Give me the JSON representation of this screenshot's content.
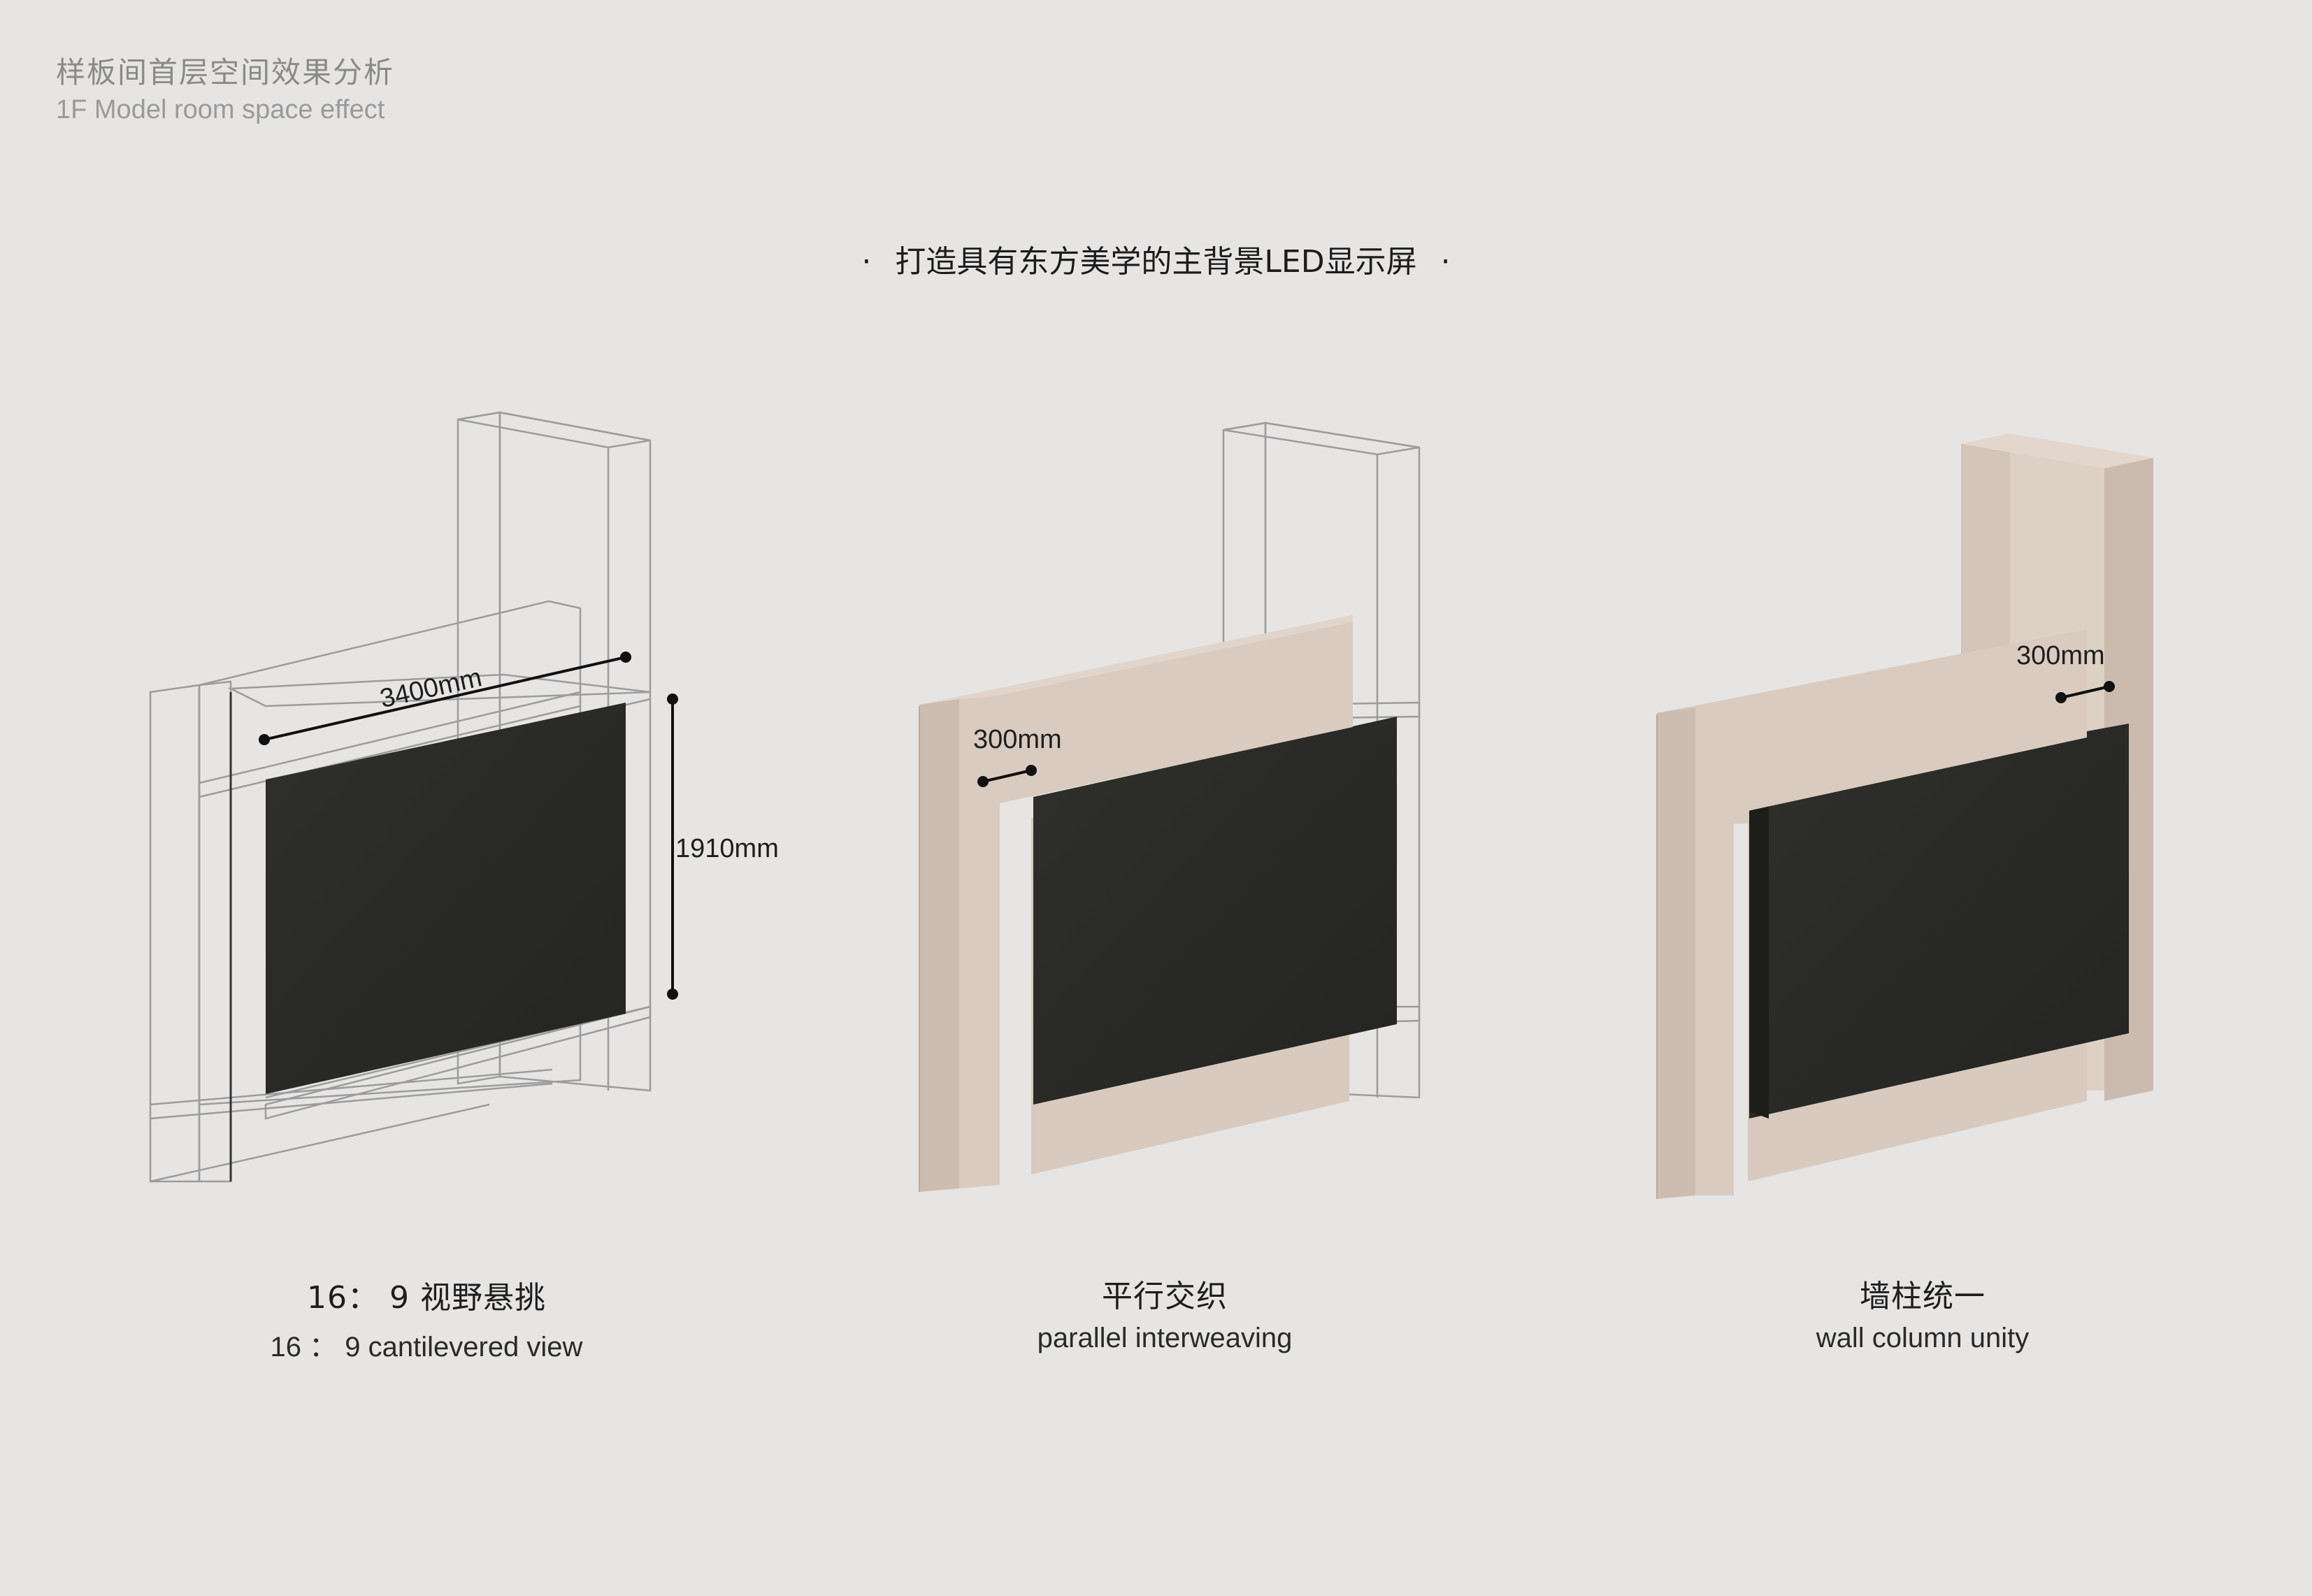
{
  "header": {
    "title_cn": "样板间首层空间效果分析",
    "title_en": "1F Model room space effect"
  },
  "headline": {
    "bullet": "·",
    "text": "打造具有东方美学的主背景LED显示屏"
  },
  "panels": [
    {
      "caption_cn": "16： 9 视野悬挑",
      "caption_en": "16 ： 9  cantilevered view",
      "dims": {
        "width": "3400mm",
        "height": "1910mm"
      }
    },
    {
      "caption_cn": "平行交织",
      "caption_en": "parallel interweaving",
      "dims": {
        "depth": "300mm"
      }
    },
    {
      "caption_cn": "墙柱统一",
      "caption_en": "wall column unity",
      "dims": {
        "depth": "300mm"
      }
    }
  ],
  "colors": {
    "background": "#e6e5e4",
    "stone": "#d6c7bc",
    "screen": "#2b2b29",
    "wire": "#9a9a9a"
  }
}
